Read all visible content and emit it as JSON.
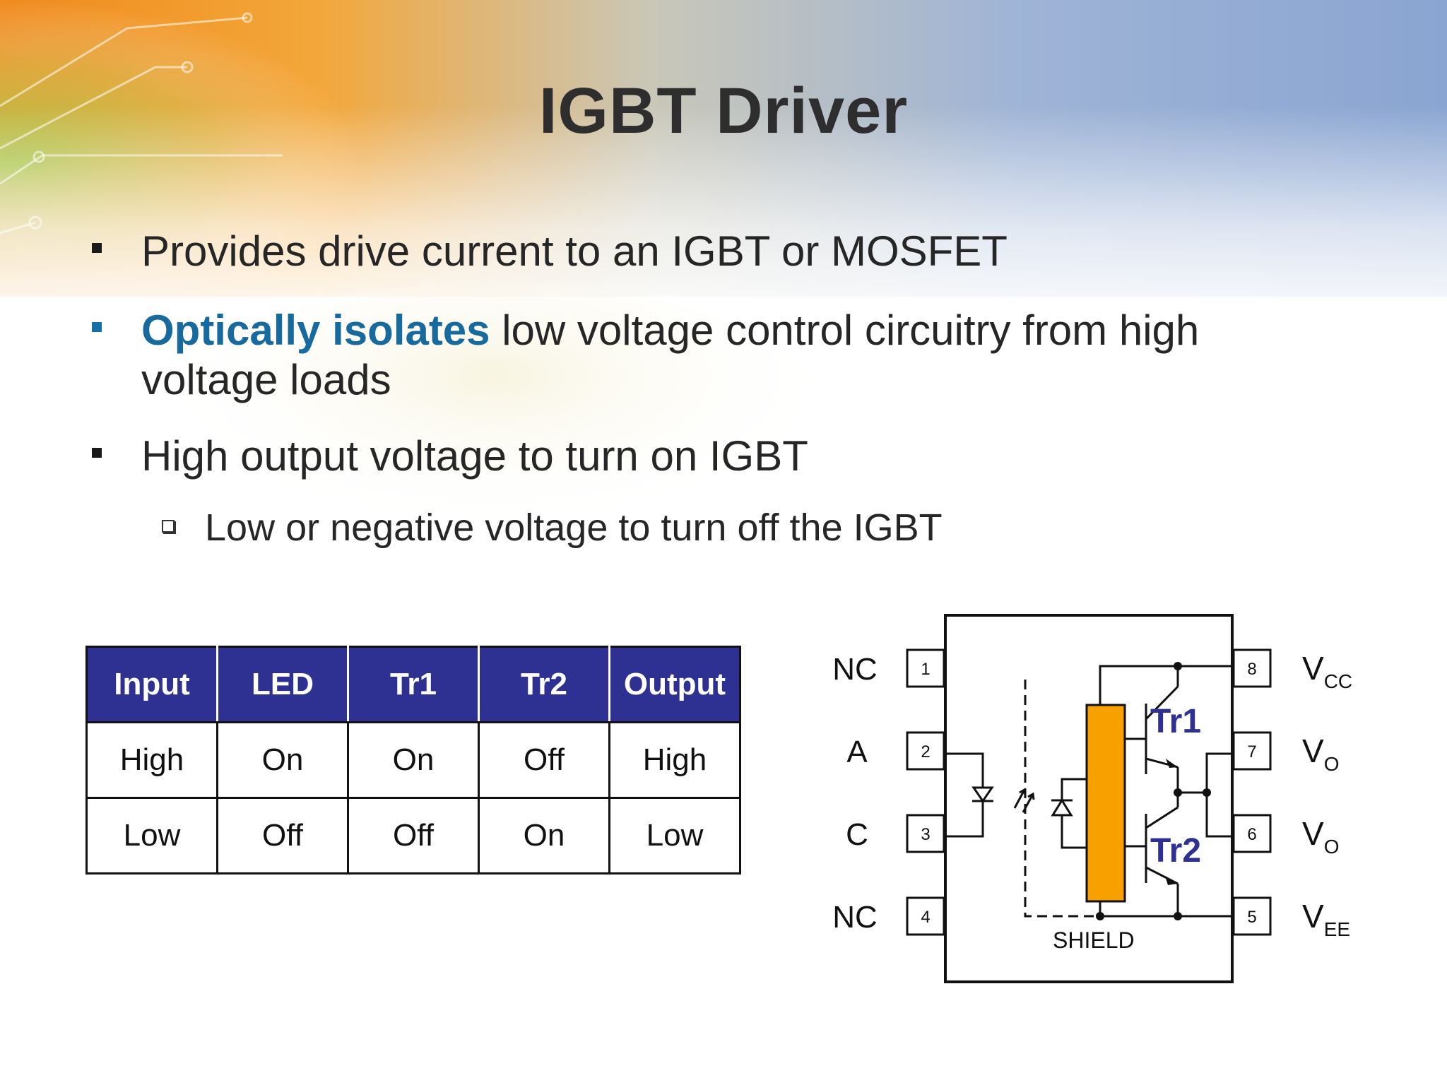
{
  "title": "IGBT Driver",
  "bullets": [
    {
      "text": "Provides drive current to an IGBT or MOSFET"
    },
    {
      "accent": "Optically isolates",
      "line1": " low voltage control circuitry from high",
      "line2": "voltage loads"
    },
    {
      "text": "High output voltage to turn on IGBT"
    }
  ],
  "sub_bullet": "Low or negative voltage to turn off the IGBT",
  "table": {
    "headers": [
      "Input",
      "LED",
      "Tr1",
      "Tr2",
      "Output"
    ],
    "rows": [
      [
        "High",
        "On",
        "On",
        "Off",
        "High"
      ],
      [
        "Low",
        "Off",
        "Off",
        "On",
        "Low"
      ]
    ]
  },
  "diagram": {
    "left_labels": [
      "NC",
      "A",
      "C",
      "NC"
    ],
    "pins_left": [
      "1",
      "2",
      "3",
      "4"
    ],
    "pins_right": [
      "8",
      "7",
      "6",
      "5"
    ],
    "right_labels": [
      {
        "main": "V",
        "sub": "CC"
      },
      {
        "main": "V",
        "sub": "O"
      },
      {
        "main": "V",
        "sub": "O"
      },
      {
        "main": "V",
        "sub": "EE"
      }
    ],
    "tr1": "Tr1",
    "tr2": "Tr2",
    "shield": "SHIELD"
  },
  "colors": {
    "table_header": "#2e3192",
    "accent_text": "#166a9e",
    "driver_block": "#f7a000",
    "transistor_label": "#2e3192"
  }
}
